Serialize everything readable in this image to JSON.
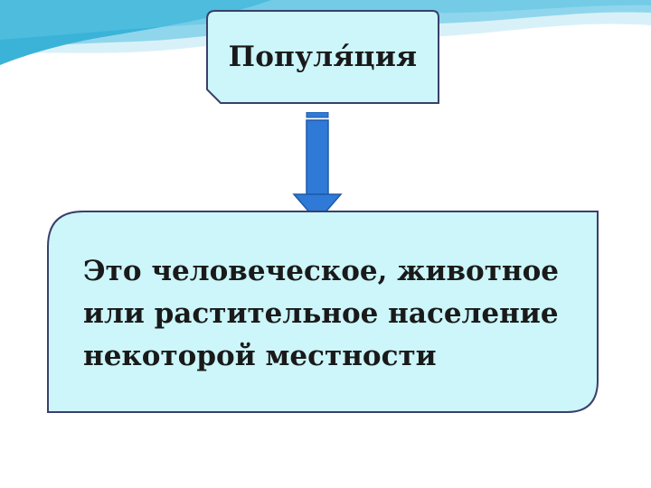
{
  "colors": {
    "box_fill": "#ccf6f9",
    "box_border": "#3a3f6a",
    "arrow_fill": "#2f7ad6",
    "arrow_stroke": "#1f5aa8",
    "wave_light": "#bfe9f3",
    "wave_mid": "#7fd0e8",
    "wave_dark": "#3bb3d8"
  },
  "diagram": {
    "title": "Популя́ция",
    "definition_lines": [
      "Это человеческое, животное",
      "или растительное население",
      "некоторой местности"
    ]
  }
}
